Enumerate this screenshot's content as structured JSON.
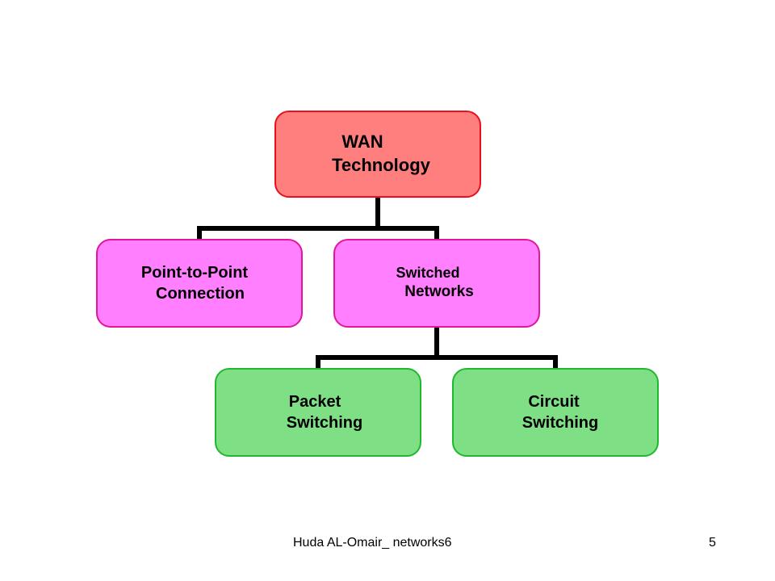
{
  "diagram": {
    "root": {
      "lines": [
        "WAN",
        "Technology"
      ]
    },
    "level1": [
      {
        "lines": [
          "Point-to-Point",
          "Connection"
        ]
      },
      {
        "lines": [
          "Switched",
          "Networks"
        ]
      }
    ],
    "level2": [
      {
        "lines": [
          "Packet",
          "Switching"
        ]
      },
      {
        "lines": [
          "Circuit",
          "Switching"
        ]
      }
    ],
    "colors": {
      "root_fill": "#ff7f7f",
      "root_border": "#e8101b",
      "level1_fill": "#ff7fff",
      "level1_border": "#e0169c",
      "level2_fill": "#7fdf85",
      "level2_border": "#20b82e",
      "connector": "#000000"
    }
  },
  "footer": {
    "text": "Huda AL-Omair_ networks6",
    "page_number": "5"
  }
}
